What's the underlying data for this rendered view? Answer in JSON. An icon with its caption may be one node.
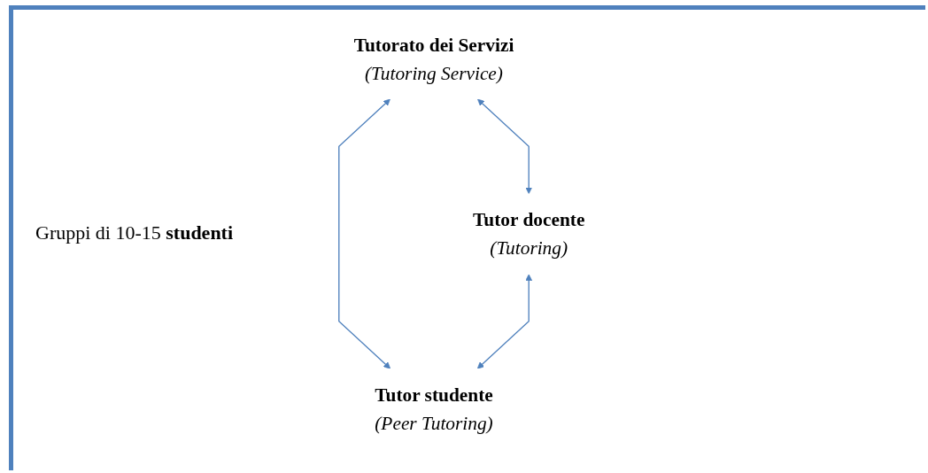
{
  "diagram": {
    "nodes": [
      {
        "text": [
          "Tutorato dei Servizi",
          "(Tutoring Service)"
        ]
      },
      {
        "text": [
          "Tutor docente",
          "(Tutoring)"
        ]
      },
      {
        "text": [
          "Tutor studente",
          "(Peer Tutoring)"
        ]
      }
    ],
    "edges": [
      {
        "from": 0,
        "to": 1,
        "arrow": "both"
      },
      {
        "from": 0,
        "to": 2,
        "arrow": "both"
      },
      {
        "from": 1,
        "to": 2,
        "arrow": "both"
      }
    ],
    "labels": [
      "Gruppi di 10-15 **studenti**"
    ]
  }
}
